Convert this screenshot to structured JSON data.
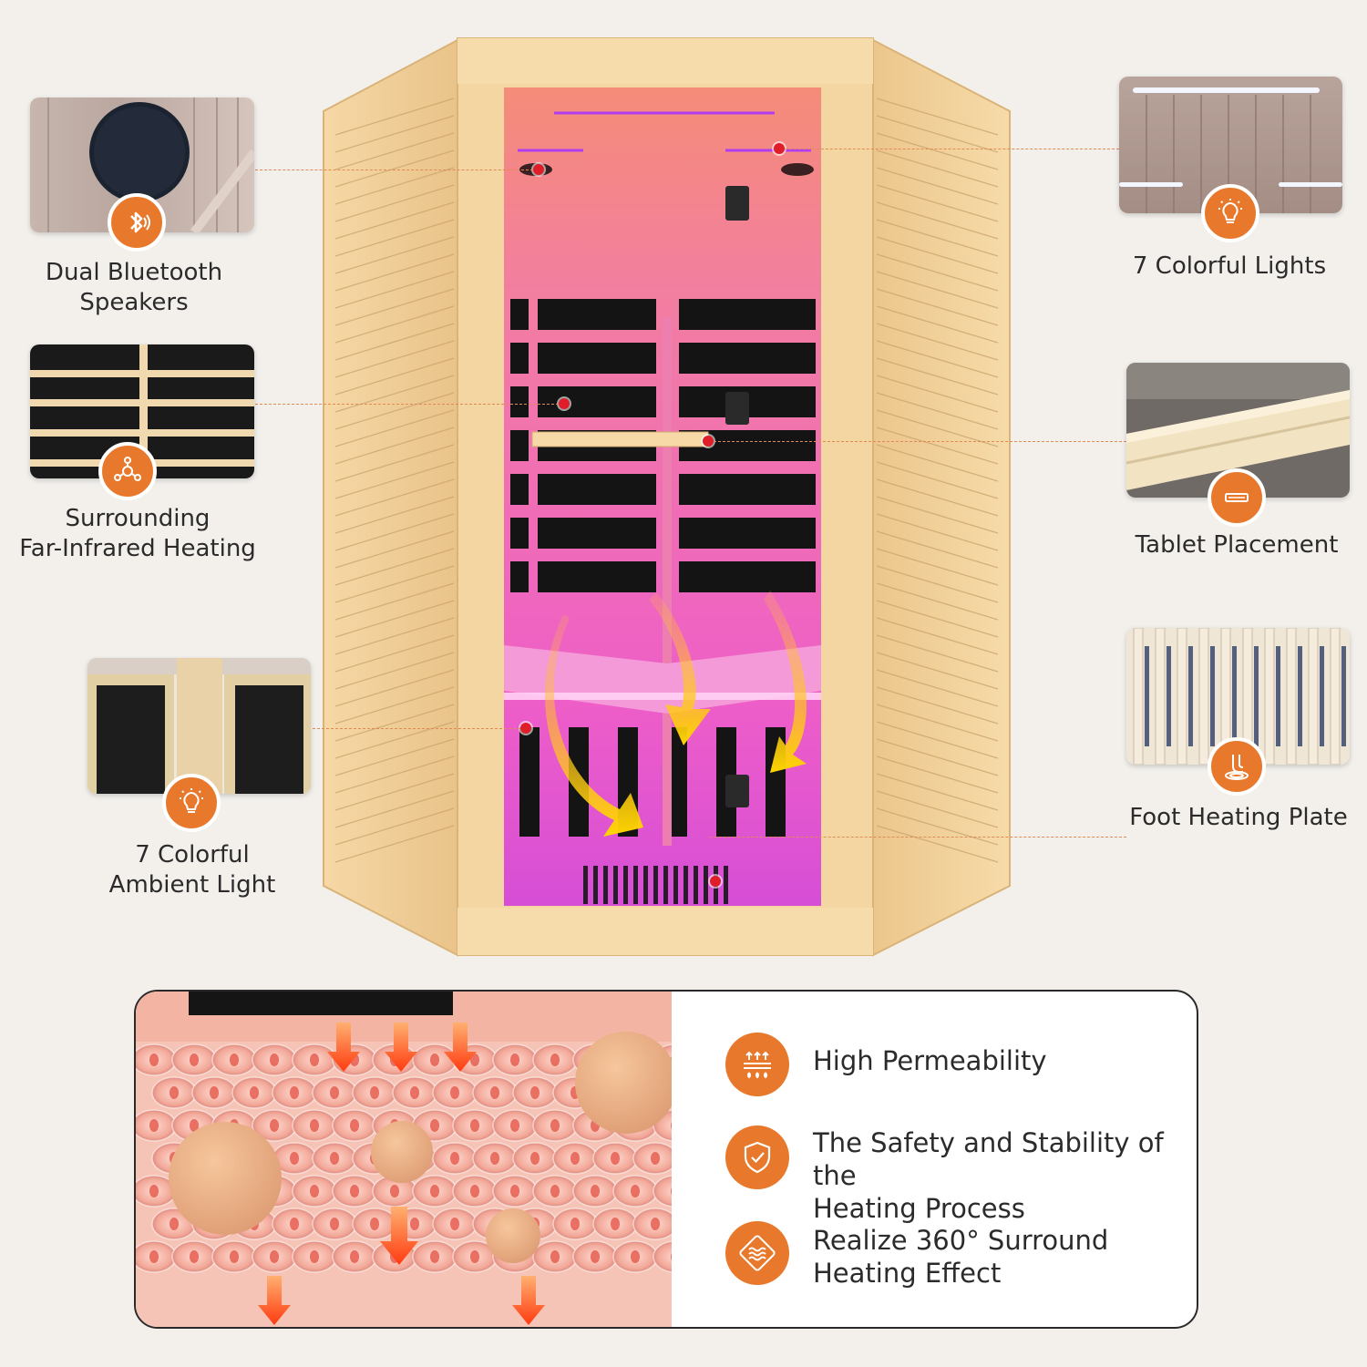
{
  "features": {
    "speakers": {
      "icon": "bluetooth-icon",
      "line1": "Dual Bluetooth",
      "line2": "Speakers"
    },
    "heating": {
      "icon": "network-nodes-icon",
      "line1": "Surrounding",
      "line2": "Far-Infrared Heating"
    },
    "ambient_light": {
      "icon": "lightbulb-icon",
      "line1": "7 Colorful",
      "line2": "Ambient Light"
    },
    "colorful_lights": {
      "icon": "lightbulb-icon",
      "label": "7 Colorful Lights"
    },
    "tablet": {
      "icon": "shelf-icon",
      "label": "Tablet Placement"
    },
    "foot_plate": {
      "icon": "foot-icon",
      "label": "Foot Heating Plate"
    }
  },
  "benefits": [
    {
      "icon": "permeability-icon",
      "line1": "High Permeability",
      "line2": ""
    },
    {
      "icon": "shield-check-icon",
      "line1": "The Safety and Stability of the",
      "line2": "Heating Process"
    },
    {
      "icon": "heat-waves-icon",
      "line1": "Realize 360° Surround",
      "line2": "Heating Effect"
    }
  ],
  "colors": {
    "accent": "#e8792c",
    "wood": "#f0cf98",
    "interior_glow": "#ff6fd0",
    "marker": "#e01e2a"
  }
}
